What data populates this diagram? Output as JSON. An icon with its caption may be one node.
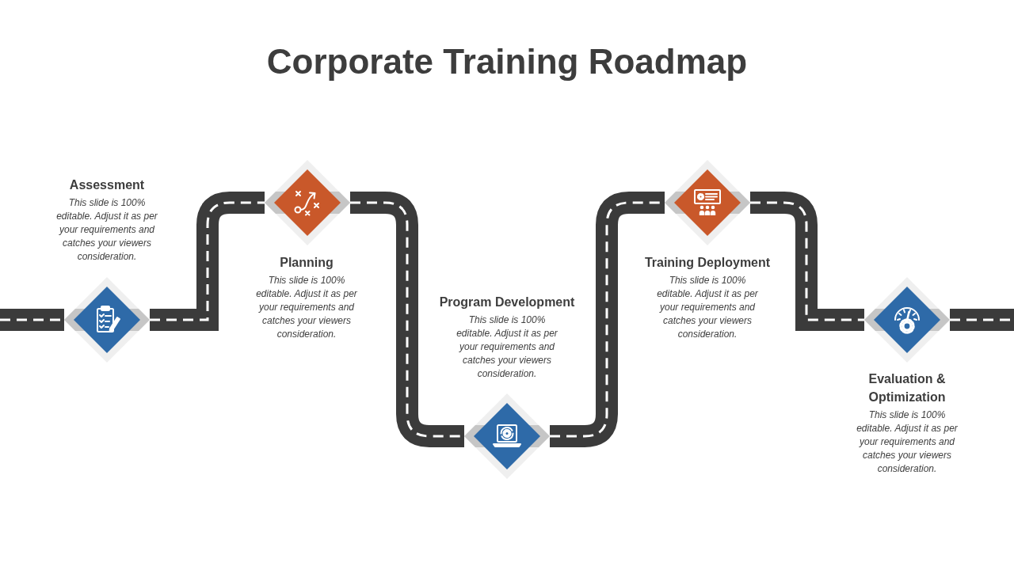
{
  "diagram": {
    "title": "Corporate Training Roadmap",
    "nodes": [
      {
        "text": [],
        "shape": "diamond",
        "beside": [
          "Assessment",
          "This slide is 100% editable. Adjust it as per your requirements and catches your viewers consideration."
        ]
      },
      {
        "text": [],
        "shape": "diamond",
        "beside": [
          "Planning",
          "This slide is 100% editable. Adjust it as per your requirements and catches your viewers consideration."
        ]
      },
      {
        "text": [],
        "shape": "diamond",
        "beside": [
          "Program Development",
          "This slide is 100% editable. Adjust it as per your requirements and catches your viewers consideration."
        ]
      },
      {
        "text": [],
        "shape": "diamond",
        "beside": [
          "Training Deployment",
          "This slide is 100% editable. Adjust it as per your requirements and catches your viewers consideration."
        ]
      },
      {
        "text": [],
        "shape": "diamond",
        "beside": [
          "Evaluation & Optimization",
          "This slide is 100% editable. Adjust it as per your requirements and catches your viewers consideration."
        ]
      }
    ],
    "edges": [
      {
        "from": null,
        "to": 0,
        "arrow": "none"
      },
      {
        "from": 0,
        "to": 1,
        "arrow": "none"
      },
      {
        "from": 1,
        "to": 2,
        "arrow": "none"
      },
      {
        "from": 2,
        "to": 3,
        "arrow": "none"
      },
      {
        "from": 3,
        "to": 4,
        "arrow": "none"
      },
      {
        "from": 4,
        "to": null,
        "arrow": "none"
      }
    ]
  }
}
